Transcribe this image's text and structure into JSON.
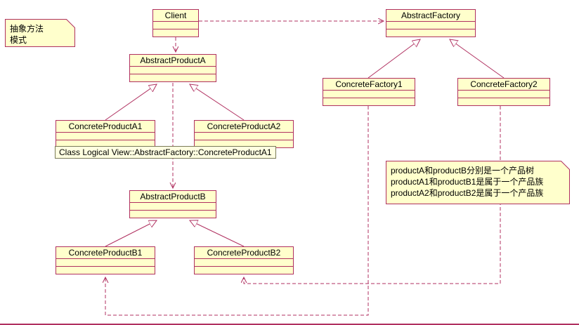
{
  "diagram": {
    "classes": {
      "client": "Client",
      "abstract_factory": "AbstractFactory",
      "abstract_product_a": "AbstractProductA",
      "concrete_factory_1": "ConcreteFactory1",
      "concrete_factory_2": "ConcreteFactory2",
      "concrete_product_a1": "ConcreteProductA1",
      "concrete_product_a2": "ConcreteProductA2",
      "abstract_product_b": "AbstractProductB",
      "concrete_product_b1": "ConcreteProductB1",
      "concrete_product_b2": "ConcreteProductB2"
    },
    "notes": {
      "top_left": {
        "line1": "抽象方法",
        "line2": "模式"
      },
      "right": {
        "line1": "productA和productB分别是一个产品树",
        "line2": "productA1和productB1是属于一个产品族",
        "line3": "productA2和productB2是属于一个产品族"
      }
    },
    "tooltip": "Class Logical View::AbstractFactory::ConcreteProductA1",
    "colors": {
      "background": "#FFFFFF",
      "box_fill": "#FFFFCC",
      "line": "#B03060",
      "note_fill": "#FFFFCC",
      "tooltip_fill": "#FFFFE1"
    }
  }
}
